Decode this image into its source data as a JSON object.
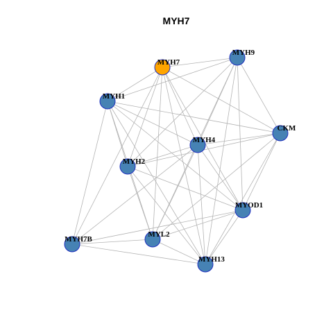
{
  "title": "MYH7",
  "colors": {
    "focus_node": "#FFA500",
    "node": "#4682B4",
    "node_border": "#1F2FBF",
    "edge": "#B3B3B3"
  },
  "nodes": [
    {
      "id": "MYH7",
      "label": "MYH7",
      "focus": true
    },
    {
      "id": "MYH9",
      "label": "MYH9",
      "focus": false
    },
    {
      "id": "MYH1",
      "label": "MYH1",
      "focus": false
    },
    {
      "id": "CKM",
      "label": "CKM",
      "focus": false
    },
    {
      "id": "MYH4",
      "label": "MYH4",
      "focus": false
    },
    {
      "id": "MYH2",
      "label": "MYH2",
      "focus": false
    },
    {
      "id": "MYOD1",
      "label": "MYOD1",
      "focus": false
    },
    {
      "id": "MYL2",
      "label": "MYL2",
      "focus": false
    },
    {
      "id": "MYH7B",
      "label": "MYH7B",
      "focus": false
    },
    {
      "id": "MYH13",
      "label": "MYH13",
      "focus": false
    }
  ],
  "edges": [
    [
      "MYH7",
      "MYH9"
    ],
    [
      "MYH7",
      "MYH1"
    ],
    [
      "MYH7",
      "CKM"
    ],
    [
      "MYH7",
      "MYH4"
    ],
    [
      "MYH7",
      "MYH2"
    ],
    [
      "MYH7",
      "MYOD1"
    ],
    [
      "MYH7",
      "MYL2"
    ],
    [
      "MYH7",
      "MYH7B"
    ],
    [
      "MYH7",
      "MYH13"
    ],
    [
      "MYH9",
      "MYH1"
    ],
    [
      "MYH9",
      "CKM"
    ],
    [
      "MYH9",
      "MYH4"
    ],
    [
      "MYH9",
      "MYH2"
    ],
    [
      "MYH9",
      "MYOD1"
    ],
    [
      "MYH9",
      "MYL2"
    ],
    [
      "MYH9",
      "MYH13"
    ],
    [
      "MYH1",
      "CKM"
    ],
    [
      "MYH1",
      "MYH4"
    ],
    [
      "MYH1",
      "MYH2"
    ],
    [
      "MYH1",
      "MYOD1"
    ],
    [
      "MYH1",
      "MYL2"
    ],
    [
      "MYH1",
      "MYH7B"
    ],
    [
      "MYH1",
      "MYH13"
    ],
    [
      "CKM",
      "MYH4"
    ],
    [
      "CKM",
      "MYH2"
    ],
    [
      "CKM",
      "MYOD1"
    ],
    [
      "CKM",
      "MYL2"
    ],
    [
      "CKM",
      "MYH13"
    ],
    [
      "MYH4",
      "MYH2"
    ],
    [
      "MYH4",
      "MYOD1"
    ],
    [
      "MYH4",
      "MYL2"
    ],
    [
      "MYH4",
      "MYH7B"
    ],
    [
      "MYH4",
      "MYH13"
    ],
    [
      "MYH2",
      "MYOD1"
    ],
    [
      "MYH2",
      "MYL2"
    ],
    [
      "MYH2",
      "MYH13"
    ],
    [
      "MYOD1",
      "MYL2"
    ],
    [
      "MYOD1",
      "MYH7B"
    ],
    [
      "MYOD1",
      "MYH13"
    ],
    [
      "MYL2",
      "MYH7B"
    ],
    [
      "MYL2",
      "MYH13"
    ],
    [
      "MYH7B",
      "MYH13"
    ]
  ]
}
